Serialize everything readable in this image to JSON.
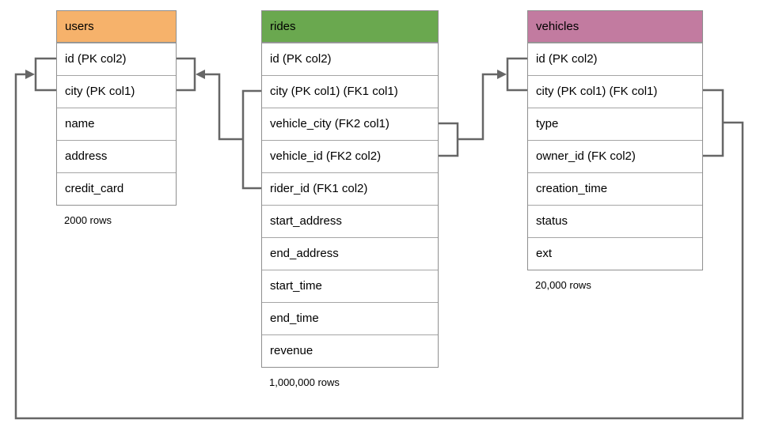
{
  "tables": [
    {
      "name": "users",
      "header_color": "#F6B26B",
      "columns": [
        "id (PK col2)",
        "city (PK col1)",
        "name",
        "address",
        "credit_card"
      ],
      "row_count": "2000 rows"
    },
    {
      "name": "rides",
      "header_color": "#6AA84F",
      "columns": [
        "id (PK col2)",
        "city (PK col1) (FK1 col1)",
        "vehicle_city (FK2 col1)",
        "vehicle_id (FK2 col2)",
        "rider_id (FK1 col2)",
        "start_address",
        "end_address",
        "start_time",
        "end_time",
        "revenue"
      ],
      "row_count": "1,000,000 rows"
    },
    {
      "name": "vehicles",
      "header_color": "#C27BA0",
      "columns": [
        "id (PK col2)",
        "city (PK col1) (FK col1)",
        "type",
        "owner_id (FK col2)",
        "creation_time",
        "status",
        "ext"
      ],
      "row_count": "20,000 rows"
    }
  ],
  "relationships": [
    {
      "from_table": "rides",
      "from_columns": [
        "city (PK col1) (FK1 col1)",
        "rider_id (FK1 col2)"
      ],
      "to_table": "users",
      "to_columns": [
        "id (PK col2)",
        "city (PK col1)"
      ]
    },
    {
      "from_table": "rides",
      "from_columns": [
        "vehicle_city (FK2 col1)",
        "vehicle_id (FK2 col2)"
      ],
      "to_table": "vehicles",
      "to_columns": [
        "id (PK col2)",
        "city (PK col1) (FK col1)"
      ]
    },
    {
      "from_table": "vehicles",
      "from_columns": [
        "city (PK col1) (FK col1)",
        "owner_id (FK col2)"
      ],
      "to_table": "users",
      "to_columns": [
        "id (PK col2)",
        "city (PK col1)"
      ]
    }
  ],
  "colors": {
    "connector": "#666666",
    "table_border": "#8F8F8F",
    "row_divider": "#A5A5A5",
    "text": "#000000",
    "background": "#FFFFFF"
  }
}
